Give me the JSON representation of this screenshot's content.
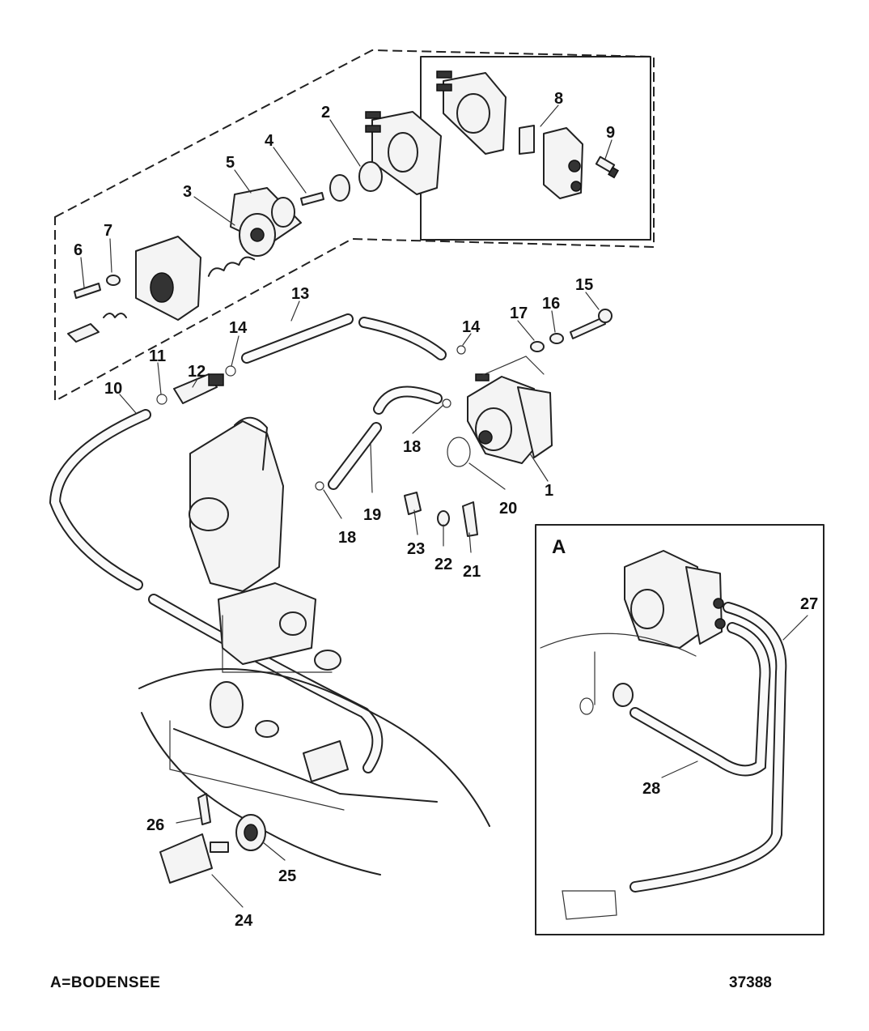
{
  "callouts": {
    "c1": "1",
    "c2": "2",
    "c3": "3",
    "c4": "4",
    "c5": "5",
    "c6": "6",
    "c7": "7",
    "c8": "8",
    "c9": "9",
    "c10": "10",
    "c11": "11",
    "c12": "12",
    "c13": "13",
    "c14a": "14",
    "c14b": "14",
    "c15": "15",
    "c16": "16",
    "c17": "17",
    "c18a": "18",
    "c18b": "18",
    "c19": "19",
    "c20": "20",
    "c21": "21",
    "c22": "22",
    "c23": "23",
    "c24": "24",
    "c25": "25",
    "c26": "26",
    "c27": "27",
    "c28": "28"
  },
  "inset": {
    "label": "A"
  },
  "footer": {
    "legend": "A=BODENSEE",
    "diagram_number": "37388"
  }
}
